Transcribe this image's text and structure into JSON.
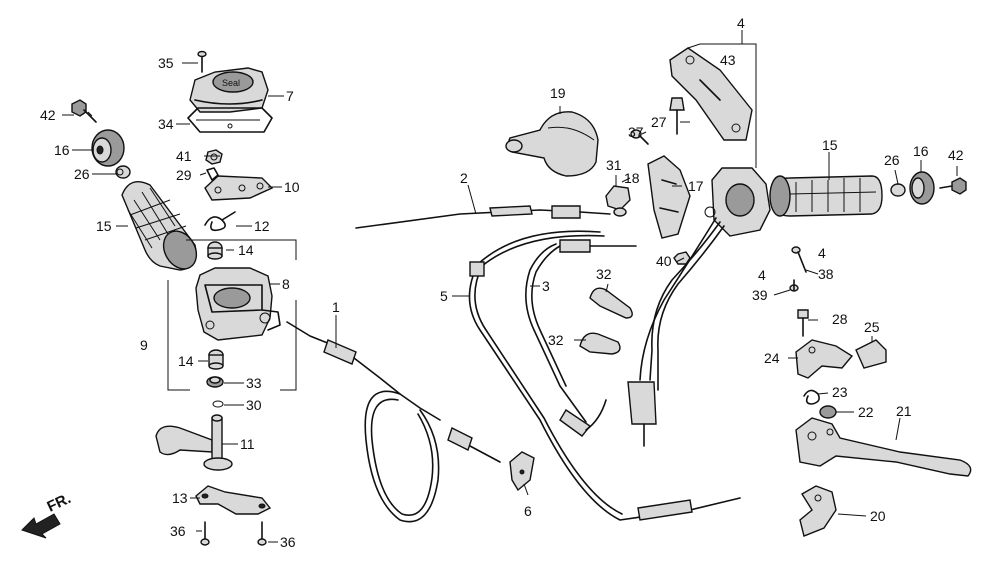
{
  "direction_marker": {
    "label": "FR."
  },
  "callouts": {
    "c1": "1",
    "c2": "2",
    "c3": "3",
    "c4a": "4",
    "c4b": "4",
    "c4c": "4",
    "c5": "5",
    "c6": "6",
    "c7": "7",
    "c8": "8",
    "c9": "9",
    "c10": "10",
    "c11": "11",
    "c12": "12",
    "c13": "13",
    "c14a": "14",
    "c14b": "14",
    "c15a": "15",
    "c15b": "15",
    "c16a": "16",
    "c16b": "16",
    "c17": "17",
    "c18": "18",
    "c19": "19",
    "c20": "20",
    "c21": "21",
    "c22": "22",
    "c23": "23",
    "c24": "24",
    "c25": "25",
    "c26a": "26",
    "c26b": "26",
    "c27": "27",
    "c28": "28",
    "c29": "29",
    "c30": "30",
    "c31": "31",
    "c32a": "32",
    "c32b": "32",
    "c33": "33",
    "c34": "34",
    "c35": "35",
    "c36a": "36",
    "c36b": "36",
    "c37": "37",
    "c38": "38",
    "c39": "39",
    "c40": "40",
    "c41": "41",
    "c42a": "42",
    "c42b": "42",
    "c43": "43"
  },
  "watermark": "Seal"
}
